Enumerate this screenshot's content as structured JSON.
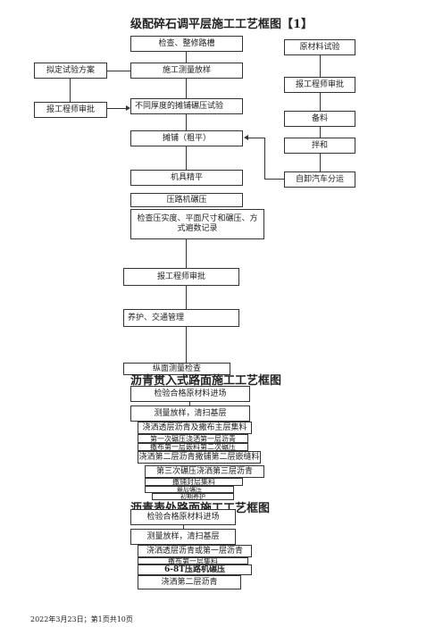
{
  "section1": {
    "title": "级配碎石调平层施工工艺框图【1】",
    "main": [
      "检查、整修路槽",
      "施工测量放样",
      "不同厚度的摊铺碾压试验",
      "摊铺（粗平）",
      "机具精平",
      "压路机碾压",
      "检查压实度、平面尺寸和碾压、方式遍数记录",
      "报工程师审批",
      "养护、交通管理",
      "纵面测量检查"
    ],
    "left": [
      "拟定试验方案",
      "报工程师审批"
    ],
    "right": [
      "原材料试验",
      "报工程师审批",
      "备料",
      "拌和",
      "自卸汽车分运"
    ]
  },
  "section2": {
    "title": "沥青贯入式路面施工工艺框图",
    "steps": [
      "检验合格原材料进场",
      "测量放样，清扫基层",
      "浇洒透层沥青及撒布主层集料",
      "第一次碾压浇洒第一层沥青",
      "撒布第一层嵌料第二次碾压",
      "浇洒第二层沥青撒铺第二层嵌缝料",
      "第三次碾压浇洒第三层沥青",
      "撒铺封层集料",
      "最后碾压",
      "初期养护"
    ]
  },
  "section3": {
    "title": "沥青表处路面施工工艺框图",
    "steps": [
      "检验合格原材料进场",
      "测量放样，清扫基层",
      "浇洒透层沥青或第一层沥青",
      "撒布第一层集料",
      "6-8T压路机碾压",
      "浇洒第二层沥青"
    ]
  },
  "footer": "2022年3月23日；第1页共10页"
}
